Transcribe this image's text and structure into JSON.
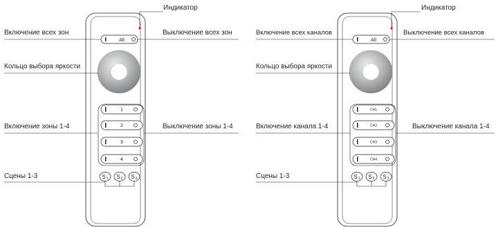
{
  "top_label": "",
  "left_panel": {
    "indicator": "Индикатор",
    "all_on": "Включение всех зон",
    "all_off": "Выключение всех зон",
    "brightness_ring": "Кольцо выбора яркости",
    "zone_on": "Включение зоны 1-4",
    "zone_off": "Выключение зоны 1-4",
    "scenes": "Сцены 1-3",
    "all_button": "All",
    "channel_buttons": [
      "1",
      "2",
      "3",
      "4"
    ],
    "scene_buttons": [
      {
        "s": "S",
        "n": "1"
      },
      {
        "s": "S",
        "n": "2"
      },
      {
        "s": "S",
        "n": "3"
      }
    ]
  },
  "right_panel": {
    "indicator": "Индикатор",
    "all_on": "Включение всех каналов",
    "all_off": "Выключение всех каналов",
    "brightness_ring": "Кольцо выбора яркости",
    "zone_on": "Включение канала 1-4",
    "zone_off": "Выключение канала 1-4",
    "scenes": "Сцены 1-3",
    "all_button": "All",
    "channel_buttons": [
      "CH1",
      "CH2",
      "CH3",
      "CH4"
    ],
    "scene_buttons": [
      {
        "s": "S",
        "n": "1"
      },
      {
        "s": "S",
        "n": "2"
      },
      {
        "s": "S",
        "n": "3"
      }
    ]
  },
  "colors": {
    "line": "#231f20",
    "indicator_led": "#e2001a",
    "ring_dark": "#6d6e71",
    "ring_light": "#f1f1f2"
  },
  "icons": {
    "on_symbol": "vertical-bar-icon",
    "off_symbol": "circle-icon"
  }
}
